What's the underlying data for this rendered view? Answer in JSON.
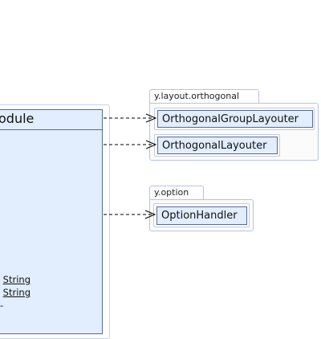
{
  "module": {
    "title": "odule",
    "fields": [
      "String",
      "String",
      "-"
    ]
  },
  "packages": [
    {
      "name": "y.layout.orthogonal",
      "classes": [
        "OrthogonalGroupLayouter",
        "OrthogonalLayouter"
      ]
    },
    {
      "name": "y.option",
      "classes": [
        "OptionHandler"
      ]
    }
  ],
  "colors": {
    "class_fill": "#e2edfd",
    "class_border": "#5b6a8c",
    "package_border": "#b8c3e6",
    "edge": "#000000"
  }
}
